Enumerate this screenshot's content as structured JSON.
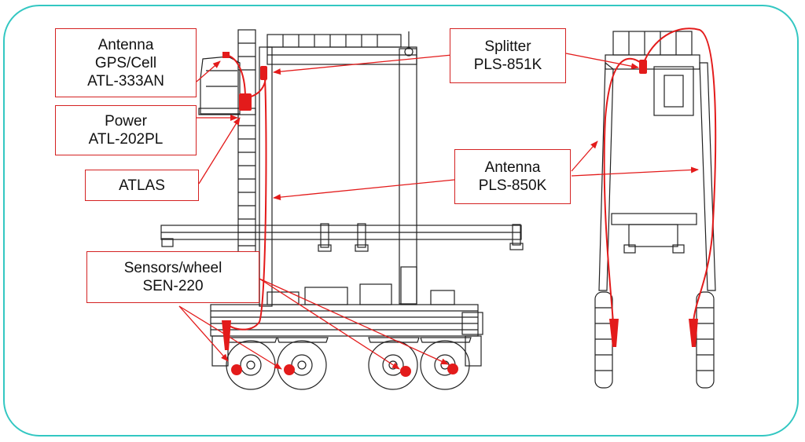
{
  "colors": {
    "accent": "#e31b1b",
    "frame": "#33c7c2",
    "line": "#222222"
  },
  "callouts": {
    "antenna_gps": {
      "lines": [
        "Antenna",
        "GPS/Cell",
        "ATL-333AN"
      ]
    },
    "power": {
      "lines": [
        "Power",
        "ATL-202PL"
      ]
    },
    "atlas": {
      "lines": [
        "ATLAS"
      ]
    },
    "sensors": {
      "lines": [
        "Sensors/wheel",
        "SEN-220"
      ]
    },
    "splitter": {
      "lines": [
        "Splitter",
        "PLS-851K"
      ]
    },
    "antenna_pls": {
      "lines": [
        "Antenna",
        "PLS-850K"
      ]
    }
  }
}
